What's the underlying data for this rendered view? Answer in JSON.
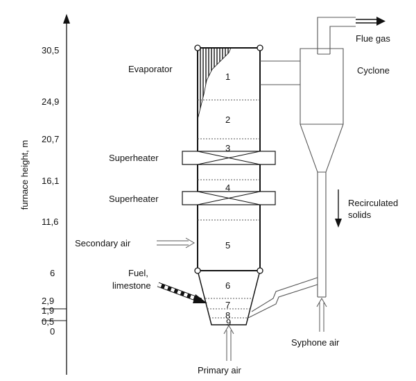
{
  "axis": {
    "label": "furnace height, m",
    "ticks": [
      "30,5",
      "24,9",
      "20,7",
      "16,1",
      "11,6",
      "6",
      "2,9",
      "1,9",
      "0,5",
      "0"
    ]
  },
  "zones": [
    "1",
    "2",
    "3",
    "4",
    "5",
    "6",
    "7",
    "8",
    "9"
  ],
  "labels": {
    "evaporator": "Evaporator",
    "superheater_1": "Superheater",
    "superheater_2": "Superheater",
    "secondary_air": "Secondary air",
    "fuel_line1": "Fuel,",
    "fuel_line2": "limestone",
    "primary_air": "Primary air",
    "flue_gas": "Flue gas",
    "cyclone": "Cyclone",
    "recirc_line1": "Recirculated",
    "recirc_line2": "solids",
    "syphone_air": "Syphone air"
  }
}
